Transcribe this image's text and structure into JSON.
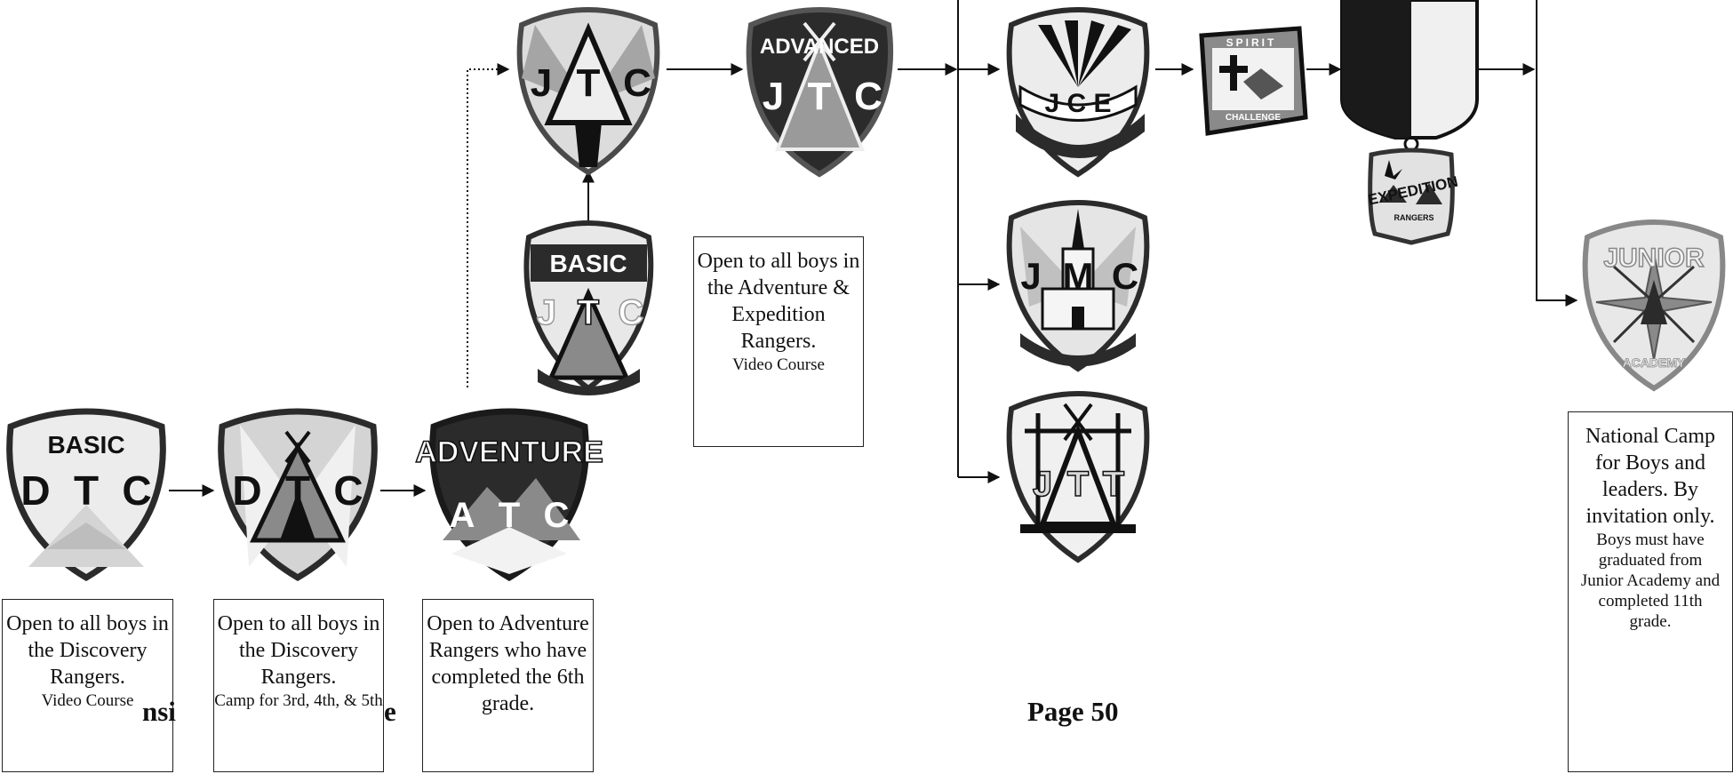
{
  "badges": {
    "basic_dtc": {
      "top": "BASIC",
      "letters": [
        "D",
        "T",
        "C"
      ]
    },
    "dtc": {
      "letters": [
        "D",
        "T",
        "C"
      ]
    },
    "atc": {
      "top": "ADVENTURE",
      "letters": [
        "A",
        "T",
        "C"
      ]
    },
    "basic_jtc": {
      "top": "BASIC",
      "letters": [
        "J",
        "T",
        "C"
      ]
    },
    "jtc": {
      "letters": [
        "J",
        "T",
        "C"
      ]
    },
    "advanced_jtc": {
      "top": "ADVANCED",
      "letters": [
        "J",
        "T",
        "C"
      ]
    },
    "jce": {
      "letters": "J C E"
    },
    "jmc": {
      "letters": [
        "J",
        "M",
        "C"
      ]
    },
    "jtt": {
      "letters": [
        "J",
        "T",
        "T"
      ]
    },
    "spirit": {
      "top": "SPIRIT",
      "bottom": "CHALLENGE"
    },
    "expedition": {
      "word": "EXPEDITION",
      "sub": "RANGERS"
    },
    "junior_academy": {
      "top": "JUNIOR",
      "bottom": "ACADEMY"
    }
  },
  "notes": {
    "basic_dtc": {
      "body": "Open to all boys in the Discovery Rangers.",
      "small": "Video Course"
    },
    "dtc": {
      "body": "Open to all boys in the Discovery Rangers.",
      "small": "Camp for 3rd, 4th, & 5th"
    },
    "atc": {
      "body": "Open to Adventure Rangers who have completed the 6th grade."
    },
    "jtc": {
      "body": "Open to all boys in the Adventure & Expedition Rangers.",
      "small": "Video Course"
    },
    "academy": {
      "body": "National Camp for Boys and leaders. By invitation only.",
      "small": "Boys must have graduated from Junior Academy and completed 11th grade."
    }
  },
  "fragments": {
    "left": "nsi",
    "right": "e"
  },
  "page_label": "Page 50",
  "colors": {
    "ink": "#111111",
    "dark": "#2b2b2b",
    "mid": "#8a8a8a",
    "light": "#d4d4d4"
  }
}
